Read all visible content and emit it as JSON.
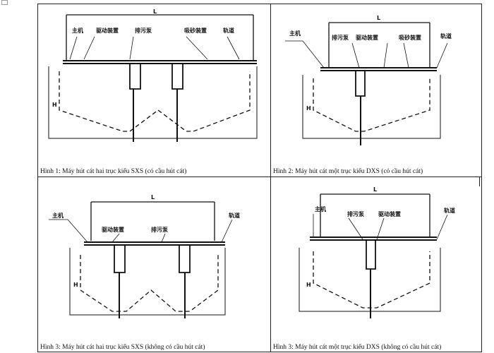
{
  "figures": [
    {
      "caption": "Hình 1: Máy hút cát hai trục kiểu SXS (có cầu hút cát)",
      "dimension_L": "L",
      "dimension_H": "H",
      "labels": [
        "主机",
        "驱动装置",
        "排污泵",
        "吸砂装置",
        "轨道"
      ]
    },
    {
      "caption": "Hình 2: Máy hút cát một trục kiểu DXS (có cầu hút cát)",
      "dimension_L": "L",
      "dimension_H": "H",
      "labels": [
        "主机",
        "排污泵",
        "驱动装置",
        "吸砂装置",
        "轨道"
      ]
    },
    {
      "caption": "Hình 3: Máy hút cát hai trục kiểu SXS (không có cầu hút cát)",
      "dimension_L": "L",
      "dimension_H": "H",
      "labels": [
        "主机",
        "驱动装置",
        "排污泵",
        "轨道"
      ]
    },
    {
      "caption": "Hình 3: Máy hút cát một trục kiểu DXS (không có cầu hút cát)",
      "dimension_L": "L",
      "dimension_H": "H",
      "labels": [
        "主机",
        "排污泵",
        "驱动装置",
        "轨道"
      ]
    }
  ]
}
